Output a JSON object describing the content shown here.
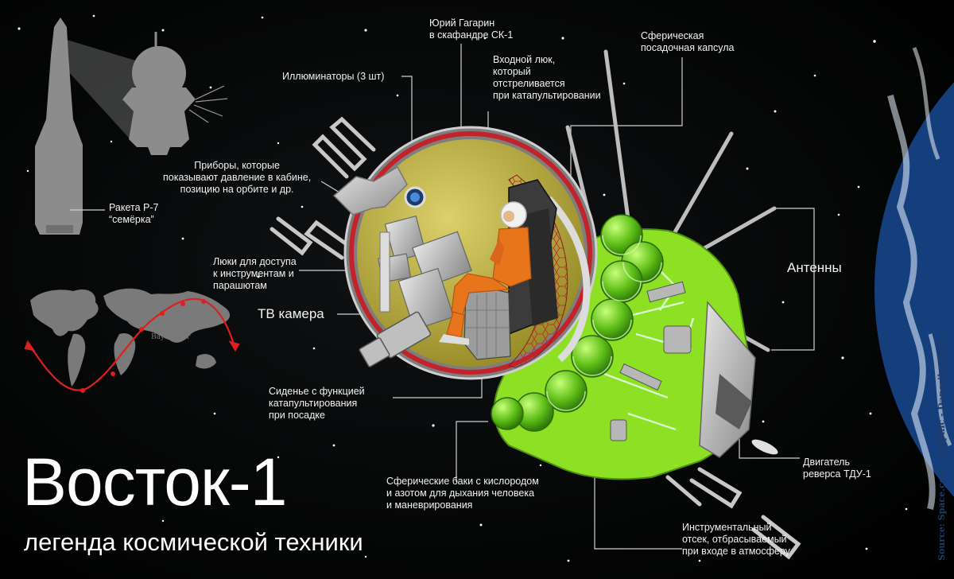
{
  "title": "Восток-1",
  "subtitle": "легенда космической техники",
  "credit": "Source: Space.com / Graphic - Dancsik Andris",
  "map_label": "Baykonour",
  "labels": {
    "gagarin": "Юрий Гагарин\nв скафандре СК-1",
    "sphere": "Сферическая\nпосадочная капсула",
    "hatch": "Входной люк,\nкоторый\nотстреливается\nпри катапультировании",
    "portholes": "Иллюминаторы (3 шт)",
    "instruments": "Приборы, которые\nпоказывают давление в кабине,\nпозицию на орбите и др.",
    "rocket": "Ракета Р-7\n“семёрка”",
    "access": "Люки для доступа\nк инструментам и\nпарашютам",
    "tv": "ТВ камера",
    "antennas": "Антенны",
    "seat": "Сиденье с функцией\nкатапультирования\nпри посадке",
    "tanks": "Сферические баки с кислородом\nи азотом для дыхания человека\nи маневрирования",
    "engine": "Двигатель\nреверса ТДУ-1",
    "module": "Инструментальный\nотсек, отбрасываемый\nпри входе в атмосферу"
  },
  "colors": {
    "sphere_interior": "#c8b83a",
    "cosmonaut_suit": "#e8741c",
    "instrument_module": "#8ee024",
    "tank": "#62bf1c",
    "orbit_path": "#dd1f1f",
    "earth": "#2f75c4",
    "heat_shield_stripe": "#c2232b"
  }
}
